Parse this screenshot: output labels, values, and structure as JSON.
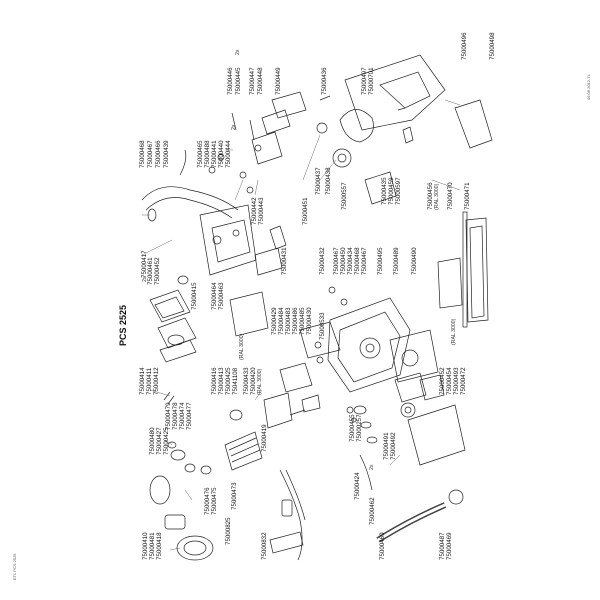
{
  "title": "PCS 2525",
  "footer_code": "ETL PCS 2525",
  "date_code": "06.06.2012-TL",
  "parts": [
    {
      "id": "p1",
      "text": "75000410"
    },
    {
      "id": "p2",
      "text": "75000481"
    },
    {
      "id": "p3",
      "text": "75000418"
    },
    {
      "id": "p4",
      "text": "75000480"
    },
    {
      "id": "p5",
      "text": "75000427"
    },
    {
      "id": "p6",
      "text": "75000425"
    },
    {
      "id": "p7",
      "text": "75000479"
    },
    {
      "id": "p8",
      "text": "75000478"
    },
    {
      "id": "p9",
      "text": "75000474"
    },
    {
      "id": "p10",
      "text": "75000477"
    },
    {
      "id": "p11",
      "text": "75000476"
    },
    {
      "id": "p12",
      "text": "75000475"
    },
    {
      "id": "p13",
      "text": "75000473"
    },
    {
      "id": "p14",
      "text": "75000825"
    },
    {
      "id": "p15",
      "text": "75000832"
    },
    {
      "id": "p16",
      "text": "75000419"
    },
    {
      "id": "p17",
      "text": "75000414"
    },
    {
      "id": "p18",
      "text": "75000411"
    },
    {
      "id": "p19",
      "text": "75000412"
    },
    {
      "id": "p20",
      "text": "75000416"
    },
    {
      "id": "p21",
      "text": "75000413"
    },
    {
      "id": "p22",
      "text": "75000425"
    },
    {
      "id": "p23",
      "text": "75000417"
    },
    {
      "id": "p24",
      "text": "75000415"
    },
    {
      "id": "p25",
      "text": "75000468"
    },
    {
      "id": "p26",
      "text": "75000467"
    },
    {
      "id": "p27",
      "text": "75000466"
    },
    {
      "id": "p28",
      "text": "75000439"
    },
    {
      "id": "p29",
      "text": "75000465"
    },
    {
      "id": "p30",
      "text": "75000488"
    },
    {
      "id": "p31",
      "text": "75000441"
    },
    {
      "id": "p32",
      "text": "75000440"
    },
    {
      "id": "p33",
      "text": "75000461"
    },
    {
      "id": "p34",
      "text": "75000452"
    },
    {
      "id": "p35",
      "text": "75000464"
    },
    {
      "id": "p36",
      "text": "75000463"
    },
    {
      "id": "p37",
      "text": "75000433"
    },
    {
      "id": "p38",
      "text": "75000420"
    },
    {
      "id": "p39",
      "text": "75041108"
    },
    {
      "id": "p40",
      "text": "75000429"
    },
    {
      "id": "p41",
      "text": "75000484"
    },
    {
      "id": "p42",
      "text": "75000483"
    },
    {
      "id": "p43",
      "text": "75000486"
    },
    {
      "id": "p44",
      "text": "75000485"
    },
    {
      "id": "p45",
      "text": "75000430"
    },
    {
      "id": "p46",
      "text": "75000431"
    },
    {
      "id": "p47",
      "text": "75000424"
    },
    {
      "id": "p48",
      "text": "75000462"
    },
    {
      "id": "p49",
      "text": "75000455"
    },
    {
      "id": "p50",
      "text": "75000257"
    },
    {
      "id": "p51",
      "text": "75000460"
    },
    {
      "id": "p52",
      "text": "75000487"
    },
    {
      "id": "p53",
      "text": "75000469"
    },
    {
      "id": "p54",
      "text": "75000446"
    },
    {
      "id": "p55",
      "text": "75000445"
    },
    {
      "id": "p56",
      "text": "75000447"
    },
    {
      "id": "p57",
      "text": "75000448"
    },
    {
      "id": "p58",
      "text": "75000449"
    },
    {
      "id": "p59",
      "text": "75000442"
    },
    {
      "id": "p60",
      "text": "75000443"
    },
    {
      "id": "p61",
      "text": "75000451"
    },
    {
      "id": "p62",
      "text": "75000436"
    },
    {
      "id": "p63",
      "text": "75000437"
    },
    {
      "id": "p64",
      "text": "75000438"
    },
    {
      "id": "p65",
      "text": "75000456"
    },
    {
      "id": "p66",
      "text": "75000557"
    },
    {
      "id": "p67",
      "text": "75000435"
    },
    {
      "id": "p68",
      "text": "75000459"
    },
    {
      "id": "p69",
      "text": "75000597"
    },
    {
      "id": "p70",
      "text": "75000432"
    },
    {
      "id": "p71",
      "text": "75000467"
    },
    {
      "id": "p72",
      "text": "75000450"
    },
    {
      "id": "p73",
      "text": "75000434"
    },
    {
      "id": "p74",
      "text": "75000468"
    },
    {
      "id": "p75",
      "text": "75000467"
    },
    {
      "id": "p76",
      "text": "75000495"
    },
    {
      "id": "p77",
      "text": "75000489"
    },
    {
      "id": "p78",
      "text": "75000490"
    },
    {
      "id": "p79",
      "text": "75000533"
    },
    {
      "id": "p80",
      "text": "75000491"
    },
    {
      "id": "p81",
      "text": "75000492"
    },
    {
      "id": "p82",
      "text": "75000452"
    },
    {
      "id": "p83",
      "text": "75000454"
    },
    {
      "id": "p84",
      "text": "75000493"
    },
    {
      "id": "p85",
      "text": "75000472"
    },
    {
      "id": "p86",
      "text": "75000497"
    },
    {
      "id": "p87",
      "text": "75000701"
    },
    {
      "id": "p88",
      "text": "75000496"
    },
    {
      "id": "p89",
      "text": "75000498"
    },
    {
      "id": "p90",
      "text": "75000470"
    },
    {
      "id": "p91",
      "text": "75000471"
    },
    {
      "id": "p92",
      "text": "75000444"
    }
  ],
  "annotations": {
    "ral_3000_a": "(RAL 3000)",
    "ral_3000_b": "(RAL 3000)",
    "ral_3000_c": "(RAL 3000)",
    "ral_3000_d": "(RAL 3000)",
    "qty_2x_a": "2x",
    "qty_2x_b": "2x",
    "qty_2x_c": "2x",
    "qty_2x_d": "2x"
  }
}
